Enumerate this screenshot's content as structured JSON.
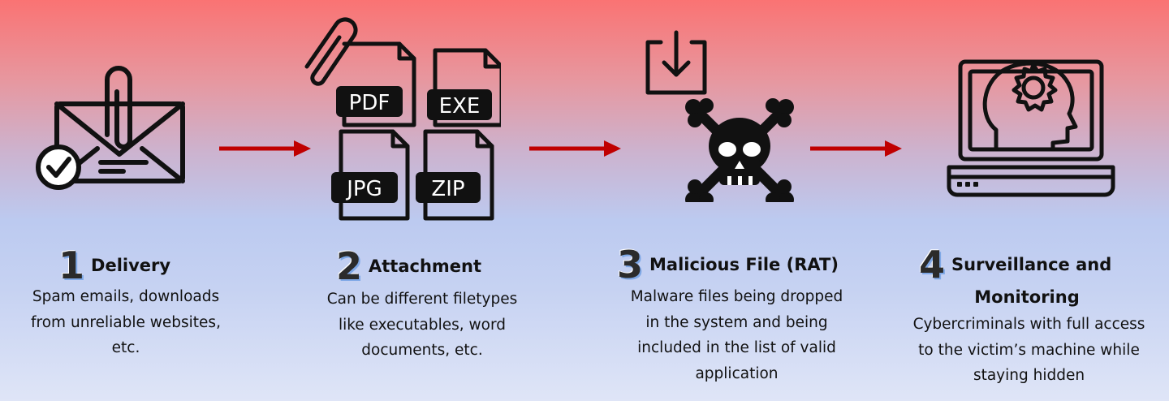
{
  "steps": [
    {
      "number": "1",
      "title": "Delivery",
      "description": "Spam emails, downloads\nfrom unreliable websites,\netc.",
      "icon": "envelope-paperclip-check-icon"
    },
    {
      "number": "2",
      "title": "Attachment",
      "description": "Can be different filetypes\nlike executables, word\ndocuments, etc.",
      "icon": "file-types-icon",
      "file_labels": [
        "PDF",
        "EXE",
        "JPG",
        "ZIP"
      ]
    },
    {
      "number": "3",
      "title": "Malicious File (RAT)",
      "description": "Malware files being dropped\nin the system and being\nincluded in the list of valid\napplication",
      "icon": "skull-crossbones-download-icon"
    },
    {
      "number": "4",
      "title_line1": "Surveillance and",
      "title_line2": "Monitoring",
      "description": "Cybercriminals with full access\nto the victim’s machine while\nstaying hidden",
      "icon": "laptop-head-gear-icon"
    }
  ],
  "colors": {
    "arrow": "#c00000",
    "icon": "#111111",
    "number_shadow": "#7fa8e6"
  }
}
